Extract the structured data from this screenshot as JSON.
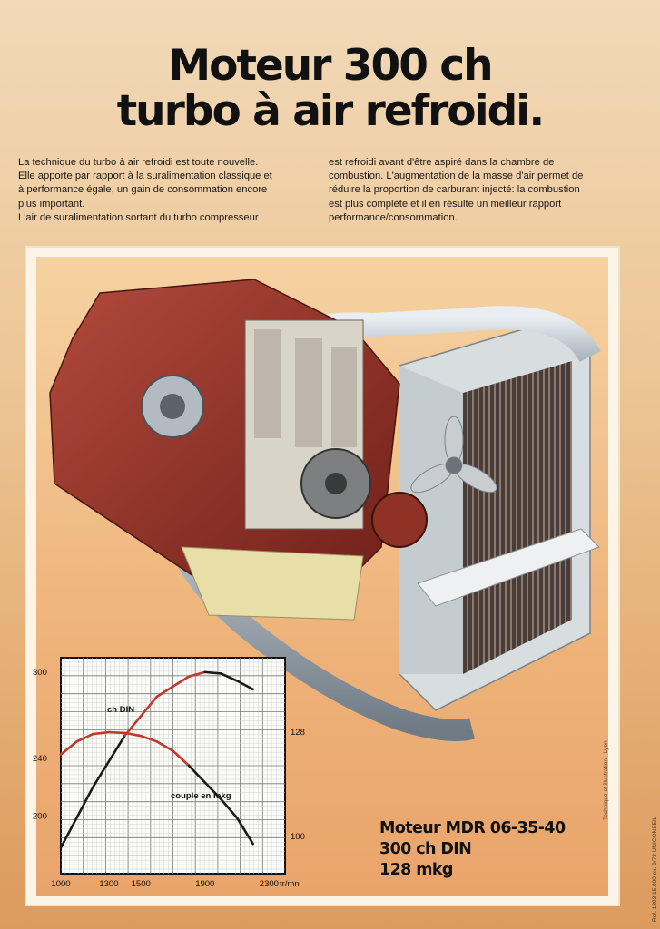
{
  "title": {
    "line1": "Moteur 300 ch",
    "line2": "turbo à air refroidi."
  },
  "intro": {
    "col1": [
      "La technique du turbo à air refroidi est toute nouvelle.",
      "Elle apporte par rapport à la suralimentation classique et",
      "à performance égale, un gain de consommation encore",
      "plus important.",
      "L'air de suralimentation sortant du turbo compresseur"
    ],
    "col2": [
      "est refroidi avant d'être aspiré dans la chambre de",
      "combustion. L'augmentation de la masse d'air permet de",
      "réduire la proportion de carburant injecté: la combustion",
      "est plus complète et il en résulte un meilleur rapport",
      "performance/consommation."
    ]
  },
  "model": {
    "name": "Moteur MDR 06-35-40",
    "power": "300 ch DIN",
    "torque": "128 mkg"
  },
  "credit": "Technique et illustration - Lyon",
  "print_ref": "Ref. 1393 15.000 ex. 9/78 UNICONSEIL",
  "colors": {
    "accent_red": "#c0392b",
    "curve_black": "#1a1a1a",
    "background": "#ecc696"
  },
  "chart_data": {
    "type": "line",
    "x_ticks": [
      "1000",
      "1300",
      "1500",
      "1900",
      "2300"
    ],
    "x_unit": "tr/mn",
    "y_left_ticks": [
      "300",
      "240",
      "200"
    ],
    "y_right_ticks": [
      "128",
      "100"
    ],
    "series": [
      {
        "name": "ch DIN",
        "axis": "left",
        "x": [
          1000,
          1200,
          1400,
          1600,
          1800,
          1900,
          2000,
          2100,
          2200
        ],
        "y": [
          178,
          220,
          256,
          283,
          297,
          300,
          299,
          294,
          288
        ]
      },
      {
        "name": "couple en mkg",
        "axis": "right",
        "x": [
          1000,
          1100,
          1200,
          1300,
          1400,
          1500,
          1600,
          1700,
          1800,
          1900,
          2000,
          2100,
          2200
        ],
        "y": [
          122,
          125.5,
          127.5,
          128,
          127.8,
          127,
          125.5,
          123,
          119,
          114.5,
          110,
          105,
          98
        ]
      }
    ],
    "x_range": [
      1000,
      2400
    ],
    "y_left_range": [
      160,
      310
    ],
    "y_right_range": [
      90,
      148
    ],
    "grid": true
  }
}
